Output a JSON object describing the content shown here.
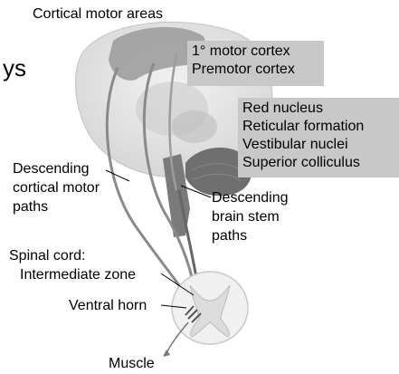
{
  "title_partial": "ys",
  "labels": {
    "cortical_motor_areas": "Cortical motor areas",
    "descending_cortical": [
      "Descending",
      "cortical motor",
      "paths"
    ],
    "descending_brainstem": [
      "Descending",
      "brain stem",
      "paths"
    ],
    "spinal_cord": [
      "Spinal cord:",
      "Intermediate zone"
    ],
    "ventral_horn": "Ventral horn",
    "muscle": "Muscle"
  },
  "cortex_box": [
    "1° motor cortex",
    "Premotor cortex"
  ],
  "brainstem_box": [
    "Red nucleus",
    "Reticular formation",
    "Vestibular nuclei",
    "Superior colliculus"
  ],
  "colors": {
    "box_fill": "#c8c8c8",
    "motor_area": "#9a9a9a",
    "brain": "#e4e4e4",
    "pathway": "#8a8a8a"
  }
}
